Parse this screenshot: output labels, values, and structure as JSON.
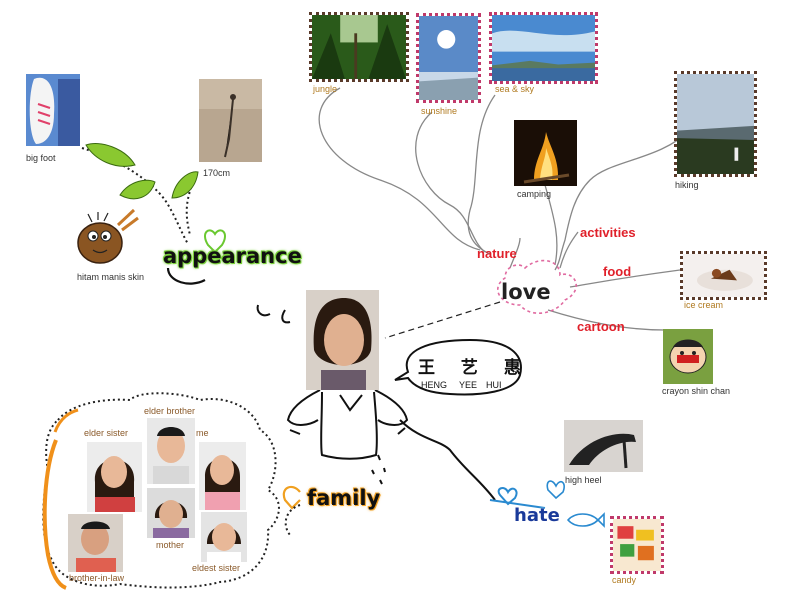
{
  "title": "love",
  "name": {
    "chinese": "王 艺 惠",
    "pinyin": [
      "HENG",
      "YEE",
      "HUI"
    ]
  },
  "branches": {
    "appearance": {
      "label": "appearance",
      "items": [
        "big foot",
        "170cm",
        "hitam manis skin"
      ]
    },
    "love": {
      "label": "love",
      "sub": {
        "nature": {
          "label": "nature",
          "items": [
            "jungle",
            "sunshine",
            "sea & sky"
          ]
        },
        "activities": {
          "label": "activities",
          "items": [
            "camping",
            "hiking"
          ]
        },
        "food": {
          "label": "food",
          "items": [
            "ice cream"
          ]
        },
        "cartoon": {
          "label": "cartoon",
          "items": [
            "crayon shin chan"
          ]
        }
      }
    },
    "family": {
      "label": "family",
      "members": [
        "elder brother",
        "elder sister",
        "me",
        "mother",
        "brother-in-law",
        "eldest sister"
      ]
    },
    "hate": {
      "label": "hate",
      "items": [
        "high heel",
        "candy"
      ]
    }
  },
  "colors": {
    "branch_label": "#e0202a",
    "appearance_glow": "#7ad13a",
    "family_glow": "#f0a020",
    "hate_blue": "#2a8ad0",
    "love_heart": "#e06aa0",
    "caption_gold": "#b07a20"
  }
}
